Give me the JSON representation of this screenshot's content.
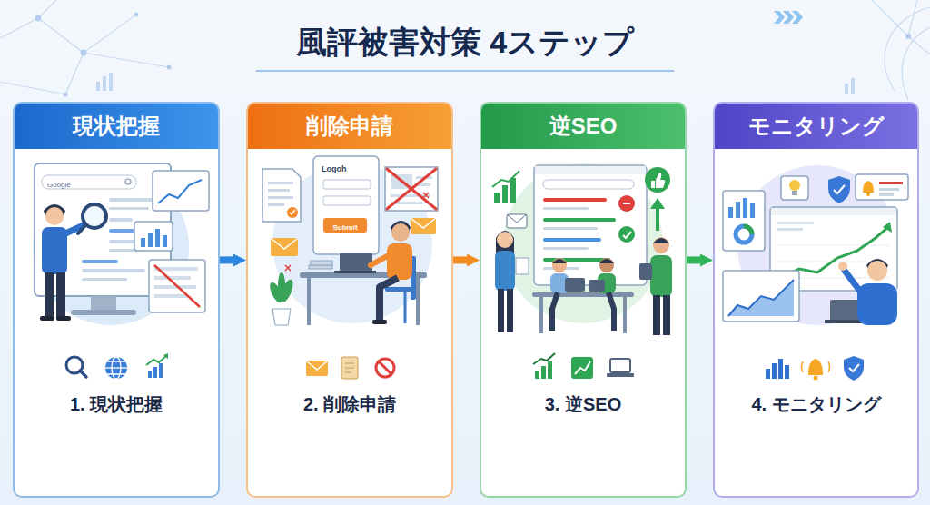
{
  "diagram": {
    "title": "風評被害対策 4ステップ",
    "nodes": [
      {
        "text": [
          "現状把握",
          "1. 現状把握"
        ]
      },
      {
        "text": [
          "削除申請",
          "2. 削除申請"
        ]
      },
      {
        "text": [
          "逆SEO",
          "3. 逆SEO"
        ]
      },
      {
        "text": [
          "モニタリング",
          "4. モニタリング"
        ]
      }
    ],
    "edges": [
      {
        "from": 0,
        "to": 1,
        "arrow": "to"
      },
      {
        "from": 1,
        "to": 2,
        "arrow": "to"
      },
      {
        "from": 2,
        "to": 3,
        "arrow": "to"
      }
    ],
    "labels": [
      "Google",
      "Logoh",
      "Submit"
    ]
  }
}
